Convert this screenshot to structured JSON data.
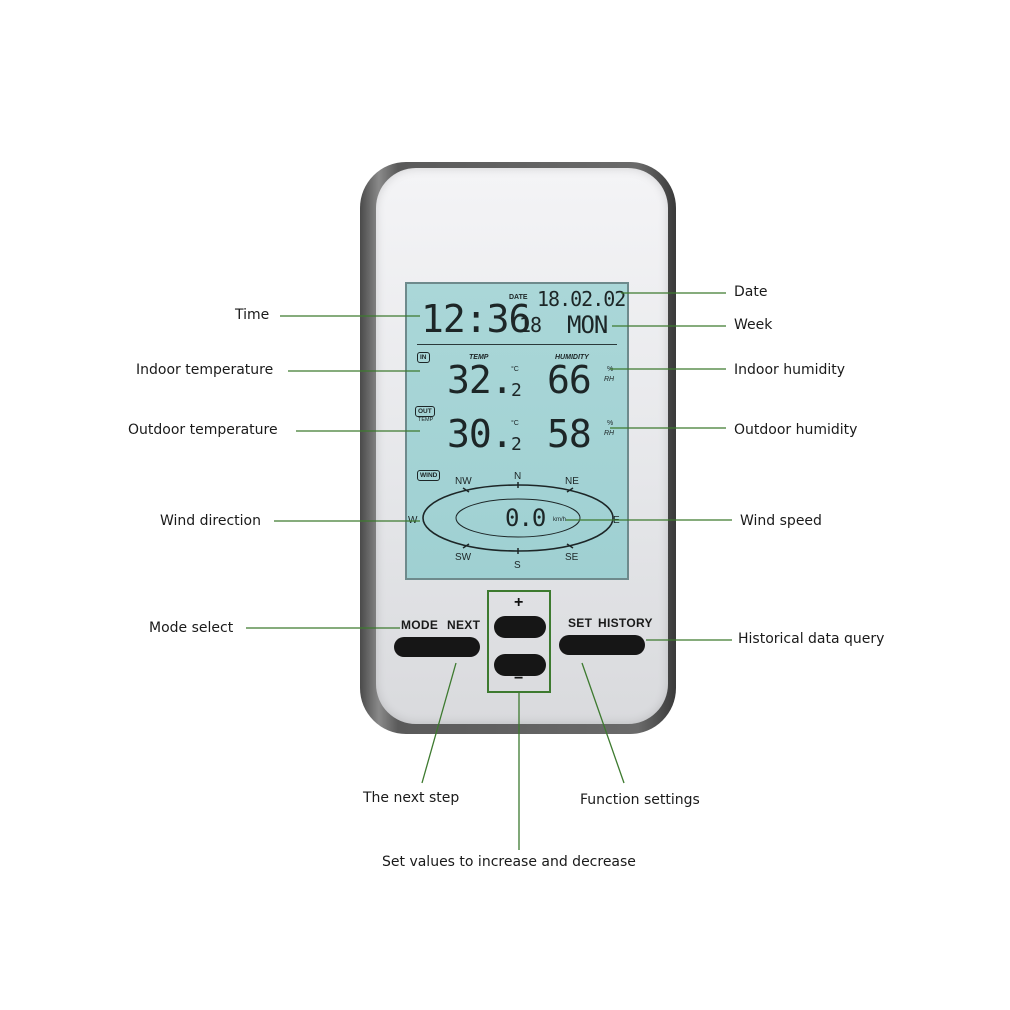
{
  "callouts": {
    "time": "Time",
    "indoor_temperature": "Indoor temperature",
    "outdoor_temperature": "Outdoor temperature",
    "wind_direction": "Wind direction",
    "mode_select": "Mode select",
    "date": "Date",
    "week": "Week",
    "indoor_humidity": "Indoor humidity",
    "outdoor_humidity": "Outdoor humidity",
    "wind_speed": "Wind speed",
    "historical_data_query": "Historical data query",
    "next_step": "The next step",
    "function_settings": "Function settings",
    "set_values": "Set values to increase and decrease"
  },
  "lcd": {
    "date_tag": "DATE",
    "date_value": "18.02.02",
    "time_hm": "12:36",
    "time_sec": "18",
    "weekday": "MON",
    "in_tag": "IN",
    "temp_header": "TEMP",
    "humidity_header": "HUMIDITY",
    "indoor_temp_int": "32.",
    "indoor_temp_dec": "2",
    "indoor_temp_unit": "°C",
    "indoor_humidity": "66",
    "humidity_unit_pct": "%",
    "humidity_unit_rh": "RH",
    "out_tag": "OUT",
    "out_temp_tag": "TEMP",
    "outdoor_temp_int": "30.",
    "outdoor_temp_dec": "2",
    "outdoor_temp_unit": "°C",
    "outdoor_humidity": "58",
    "wind_tag": "WIND",
    "compass": {
      "n": "N",
      "ne": "NE",
      "e": "E",
      "se": "SE",
      "s": "S",
      "sw": "SW",
      "w": "W",
      "nw": "NW"
    },
    "wind_speed": "0.0",
    "wind_unit": "km/h"
  },
  "buttons": {
    "mode": "MODE",
    "next": "NEXT",
    "set": "SET",
    "history": "HISTORY",
    "plus": "+",
    "minus": "−"
  },
  "colors": {
    "leader_line": "#3d7a2f",
    "lcd_background": "#a6d4d5",
    "segment": "#1d2627"
  }
}
